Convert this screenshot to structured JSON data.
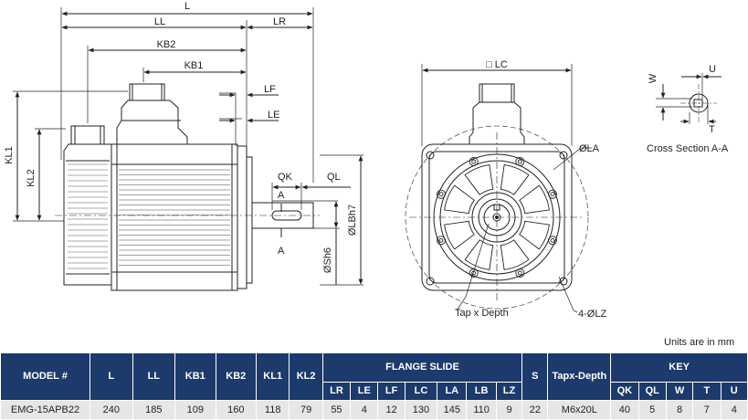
{
  "drawing": {
    "dim_labels": {
      "L": "L",
      "LL": "LL",
      "LR": "LR",
      "KB2": "KB2",
      "KB1": "KB1",
      "LF": "LF",
      "LE": "LE",
      "KL1": "KL1",
      "KL2": "KL2",
      "QK": "QK",
      "QL": "QL",
      "LBh7": "ØLBh7",
      "Sh6": "ØSh6",
      "LC": "□ LC",
      "LA": "ØLA",
      "LZ": "4-ØLZ",
      "W": "W",
      "U": "U",
      "T": "T",
      "section_A": "A"
    },
    "tap_label": "Tap x Depth",
    "cross_section_label": "Cross Section A-A"
  },
  "units_note": "Units are in mm",
  "table": {
    "headers": {
      "model": "MODEL #",
      "L": "L",
      "LL": "LL",
      "KB1": "KB1",
      "KB2": "KB2",
      "KL1": "KL1",
      "KL2": "KL2",
      "flange": "FLANGE SLIDE",
      "S": "S",
      "tap": "Tapx-Depth",
      "key": "KEY"
    },
    "flange_sub": [
      "LR",
      "LE",
      "LF",
      "LC",
      "LA",
      "LB",
      "LZ"
    ],
    "key_sub": [
      "QK",
      "QL",
      "W",
      "T",
      "U"
    ],
    "row": [
      "EMG-15APB22",
      "240",
      "185",
      "109",
      "160",
      "118",
      "79",
      "55",
      "4",
      "12",
      "130",
      "145",
      "110",
      "9",
      "22",
      "M6x20L",
      "40",
      "5",
      "8",
      "7",
      "4"
    ]
  }
}
